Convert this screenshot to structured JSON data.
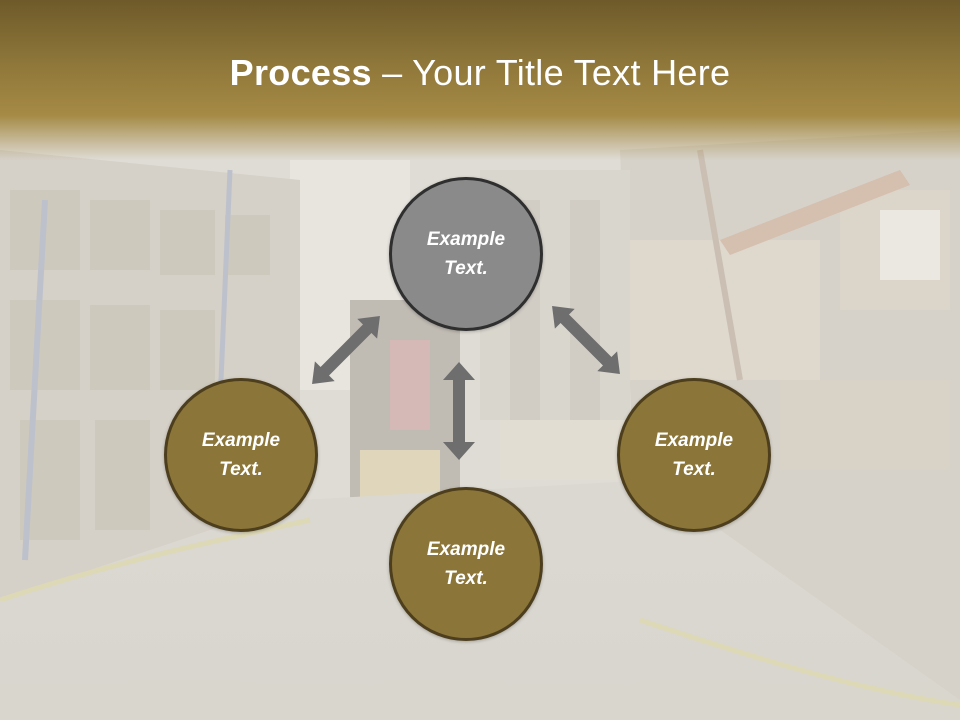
{
  "slide": {
    "title_bold": "Process",
    "title_rest": " – Your Title Text Here"
  },
  "nodes": [
    {
      "id": "top",
      "line1": "Example",
      "line2": "Text."
    },
    {
      "id": "left",
      "line1": "Example",
      "line2": "Text."
    },
    {
      "id": "right",
      "line1": "Example",
      "line2": "Text."
    },
    {
      "id": "bottom",
      "line1": "Example",
      "line2": "Text."
    }
  ],
  "colors": {
    "title_band": "#8f773a",
    "node_top": "#8a8a8a",
    "node_brown": "#8b7538",
    "node_border": "#4d3f1e",
    "arrow": "#6e6e6e"
  }
}
